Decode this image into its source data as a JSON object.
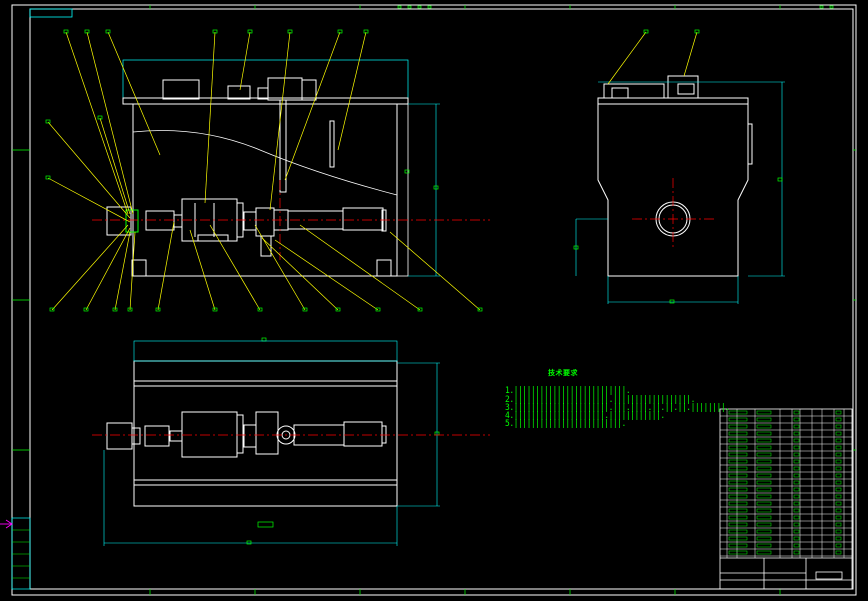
{
  "technical_requirements": {
    "title": "技术要求",
    "lines": [
      "1.||||||||||||||||||||||||||.",
      "2.||||||||||||||||||||||.||||||||||||||||||.",
      "3.||||||||||||||||||||||.|||.||||.||.||.||.||||||||.",
      "4.|||||||||||||||||||||.||||||||||||.",
      "5.|||||||||||||||||||||||||."
    ]
  },
  "colors": {
    "background": "#000000",
    "outline": "#ffffff",
    "dimension": "#00ffff",
    "leader": "#ffff00",
    "centerline": "#ff0000",
    "text": "#00ff00",
    "marker": "#ff00ff"
  }
}
